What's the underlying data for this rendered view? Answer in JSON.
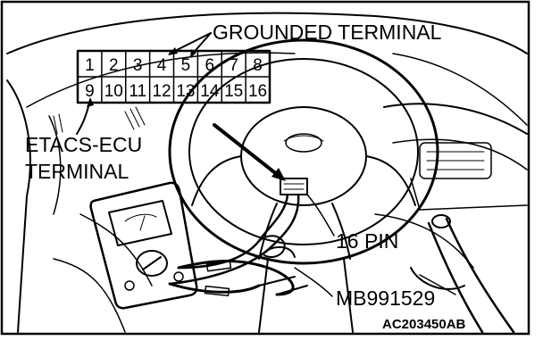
{
  "labels": {
    "grounded_terminal": "GROUNDED TERMINAL",
    "etacs_ecu_line1": "ETACS-ECU",
    "etacs_ecu_line2": "TERMINAL",
    "pin16": "16 PIN",
    "tool": "MB991529",
    "figure_code": "AC203450AB"
  },
  "connector": {
    "top_row": [
      "1",
      "2",
      "3",
      "4",
      "5",
      "6",
      "7",
      "8"
    ],
    "bottom_row": [
      "9",
      "10",
      "11",
      "12",
      "13",
      "14",
      "15",
      "16"
    ]
  }
}
